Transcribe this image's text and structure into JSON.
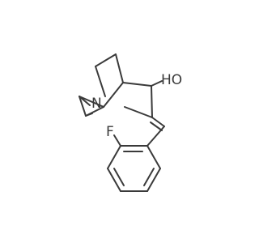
{
  "molecule": {
    "atoms": {
      "nitrogen": "N",
      "hydroxyl": "HO",
      "fluorine": "F"
    }
  },
  "colors": {
    "bond": "#3a3a3a",
    "label": "#3a3a3a",
    "background": "#ffffff"
  }
}
